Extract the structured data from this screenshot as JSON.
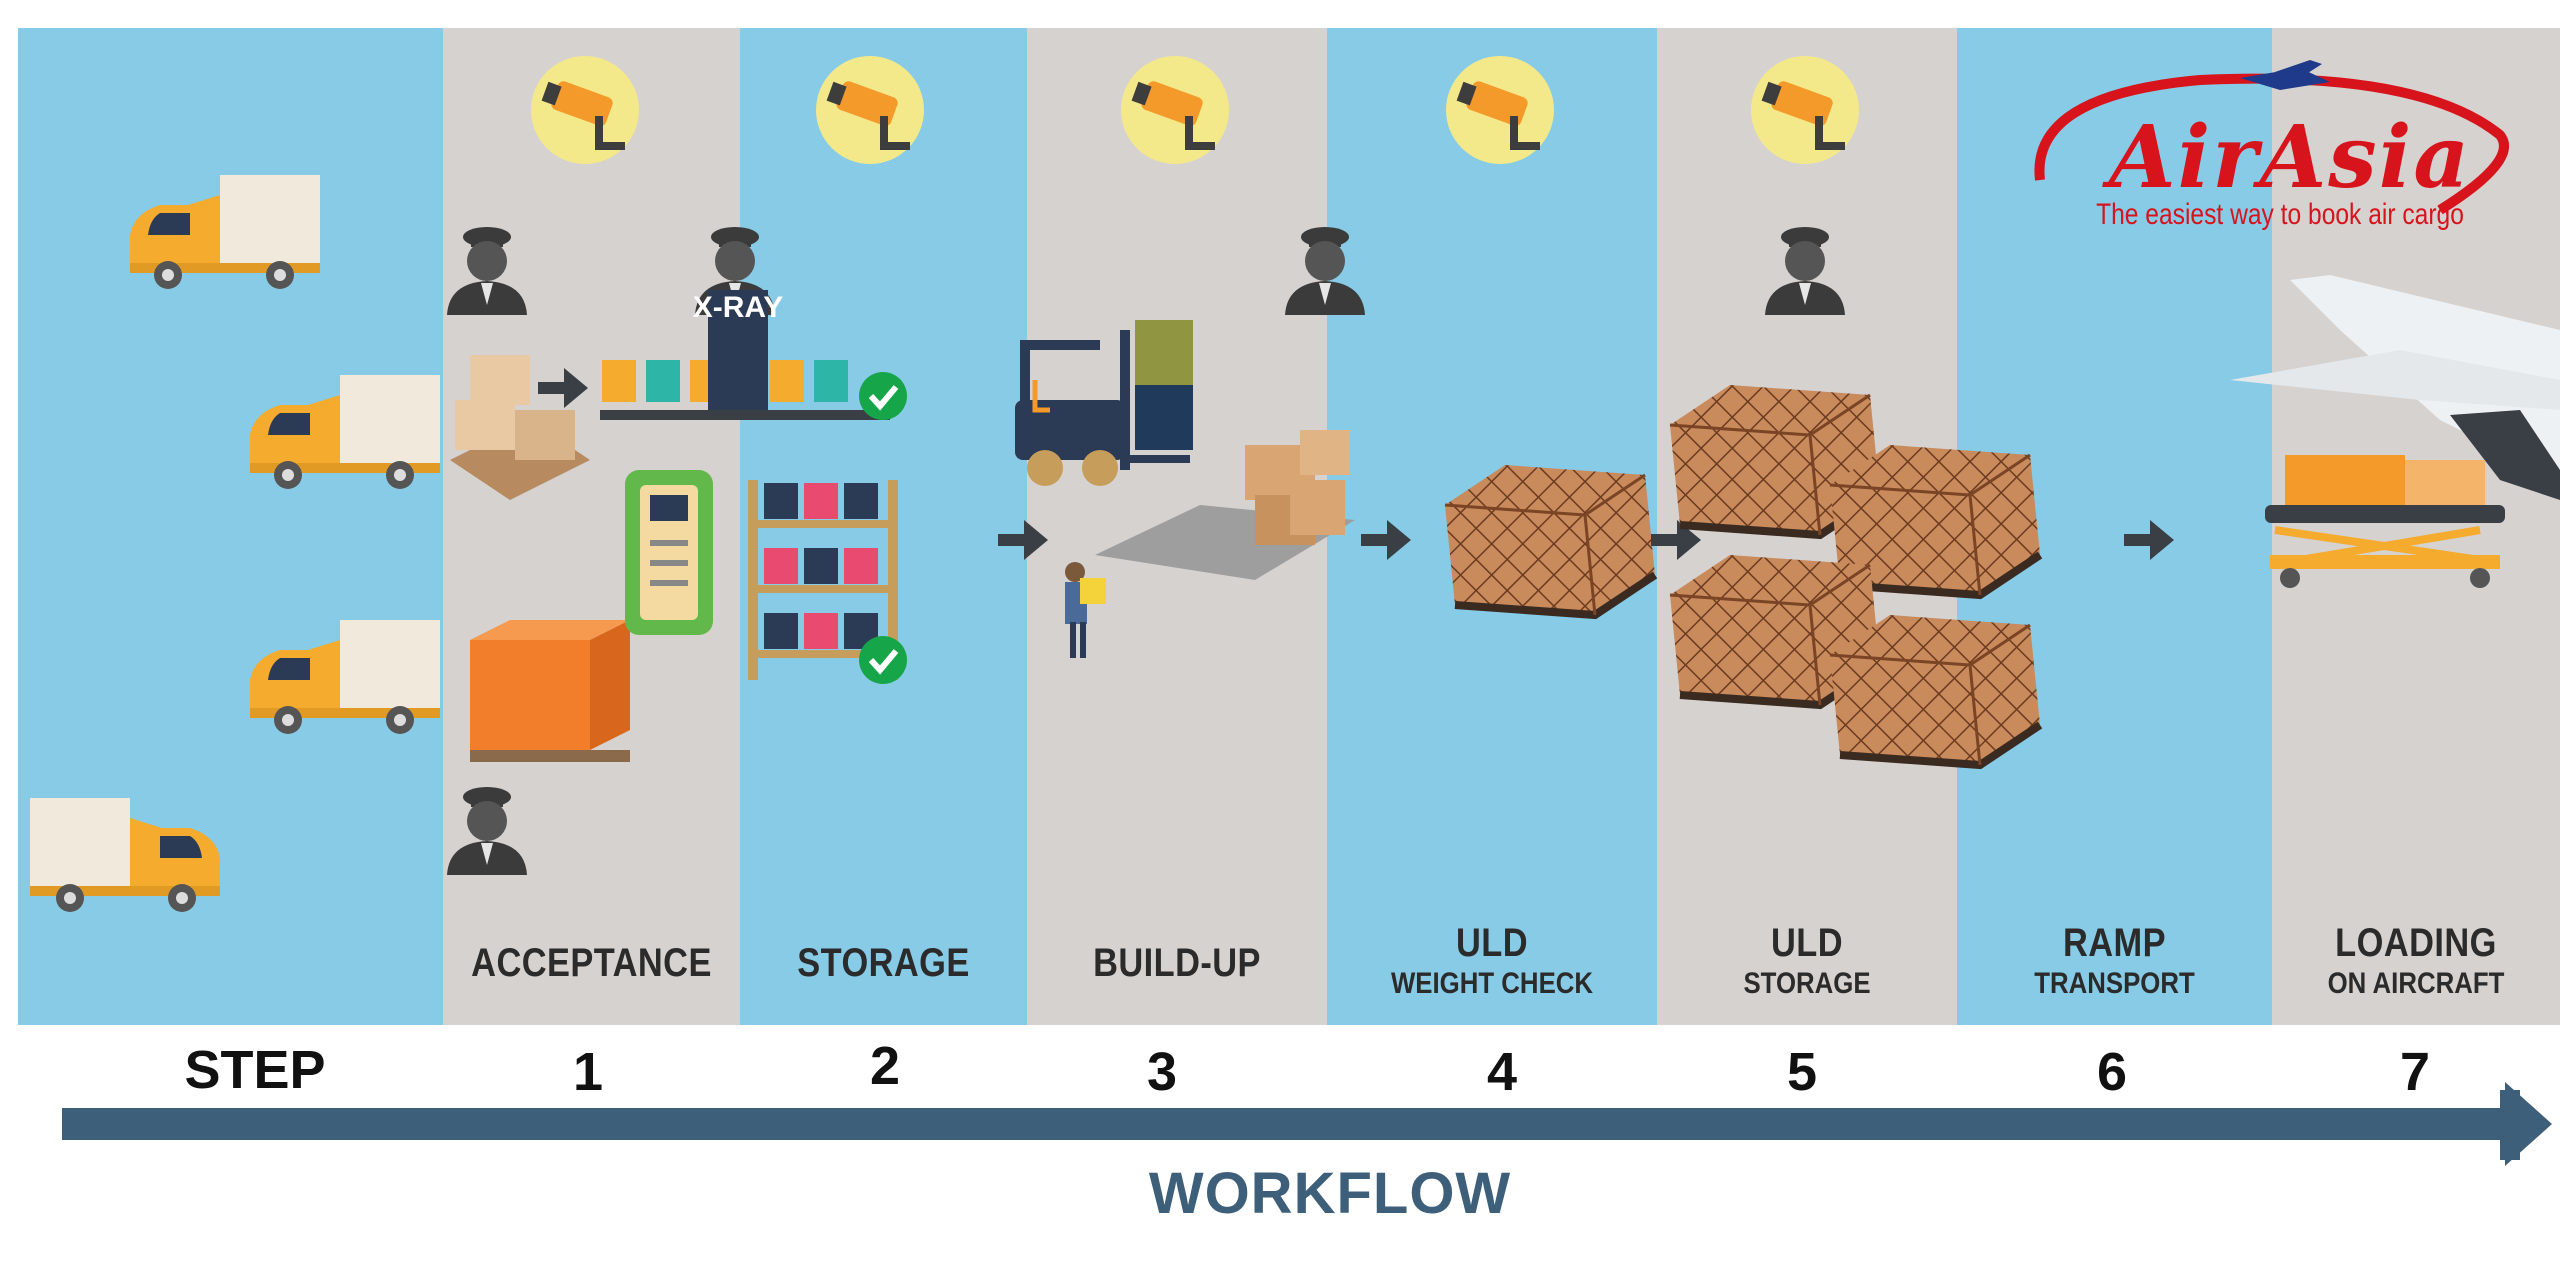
{
  "brand": {
    "name": "AirAsia",
    "tagline": "The easiest way to book air cargo",
    "color": "#d7141c"
  },
  "colors": {
    "blue_panel": "#87cbe6",
    "grey_panel": "#d6d2d0",
    "arrow": "#3e5f7a",
    "truck_body": "#f4ab2e",
    "truck_box": "#f1e9dc",
    "carton": "#c7925d",
    "pallet_net": "#a45c36"
  },
  "header_label": "STEP",
  "footer_label": "WORKFLOW",
  "stages": [
    {
      "step": "1",
      "title": "ACCEPTANCE",
      "subtitle": ""
    },
    {
      "step": "2",
      "title": "STORAGE",
      "subtitle": ""
    },
    {
      "step": "3",
      "title": "BUILD-UP",
      "subtitle": ""
    },
    {
      "step": "4",
      "title": "ULD",
      "subtitle": "WEIGHT CHECK"
    },
    {
      "step": "5",
      "title": "ULD",
      "subtitle": "STORAGE"
    },
    {
      "step": "6",
      "title": "RAMP",
      "subtitle": "TRANSPORT"
    },
    {
      "step": "7",
      "title": "LOADING",
      "subtitle": "ON AIRCRAFT"
    }
  ],
  "xray_label": "X-RAY",
  "icons": [
    "cctv-camera-icon",
    "security-guard-icon",
    "truck-icon",
    "forklift-icon",
    "checkmark-icon",
    "barcode-scanner-icon",
    "pallet-icon",
    "aircraft-icon"
  ]
}
